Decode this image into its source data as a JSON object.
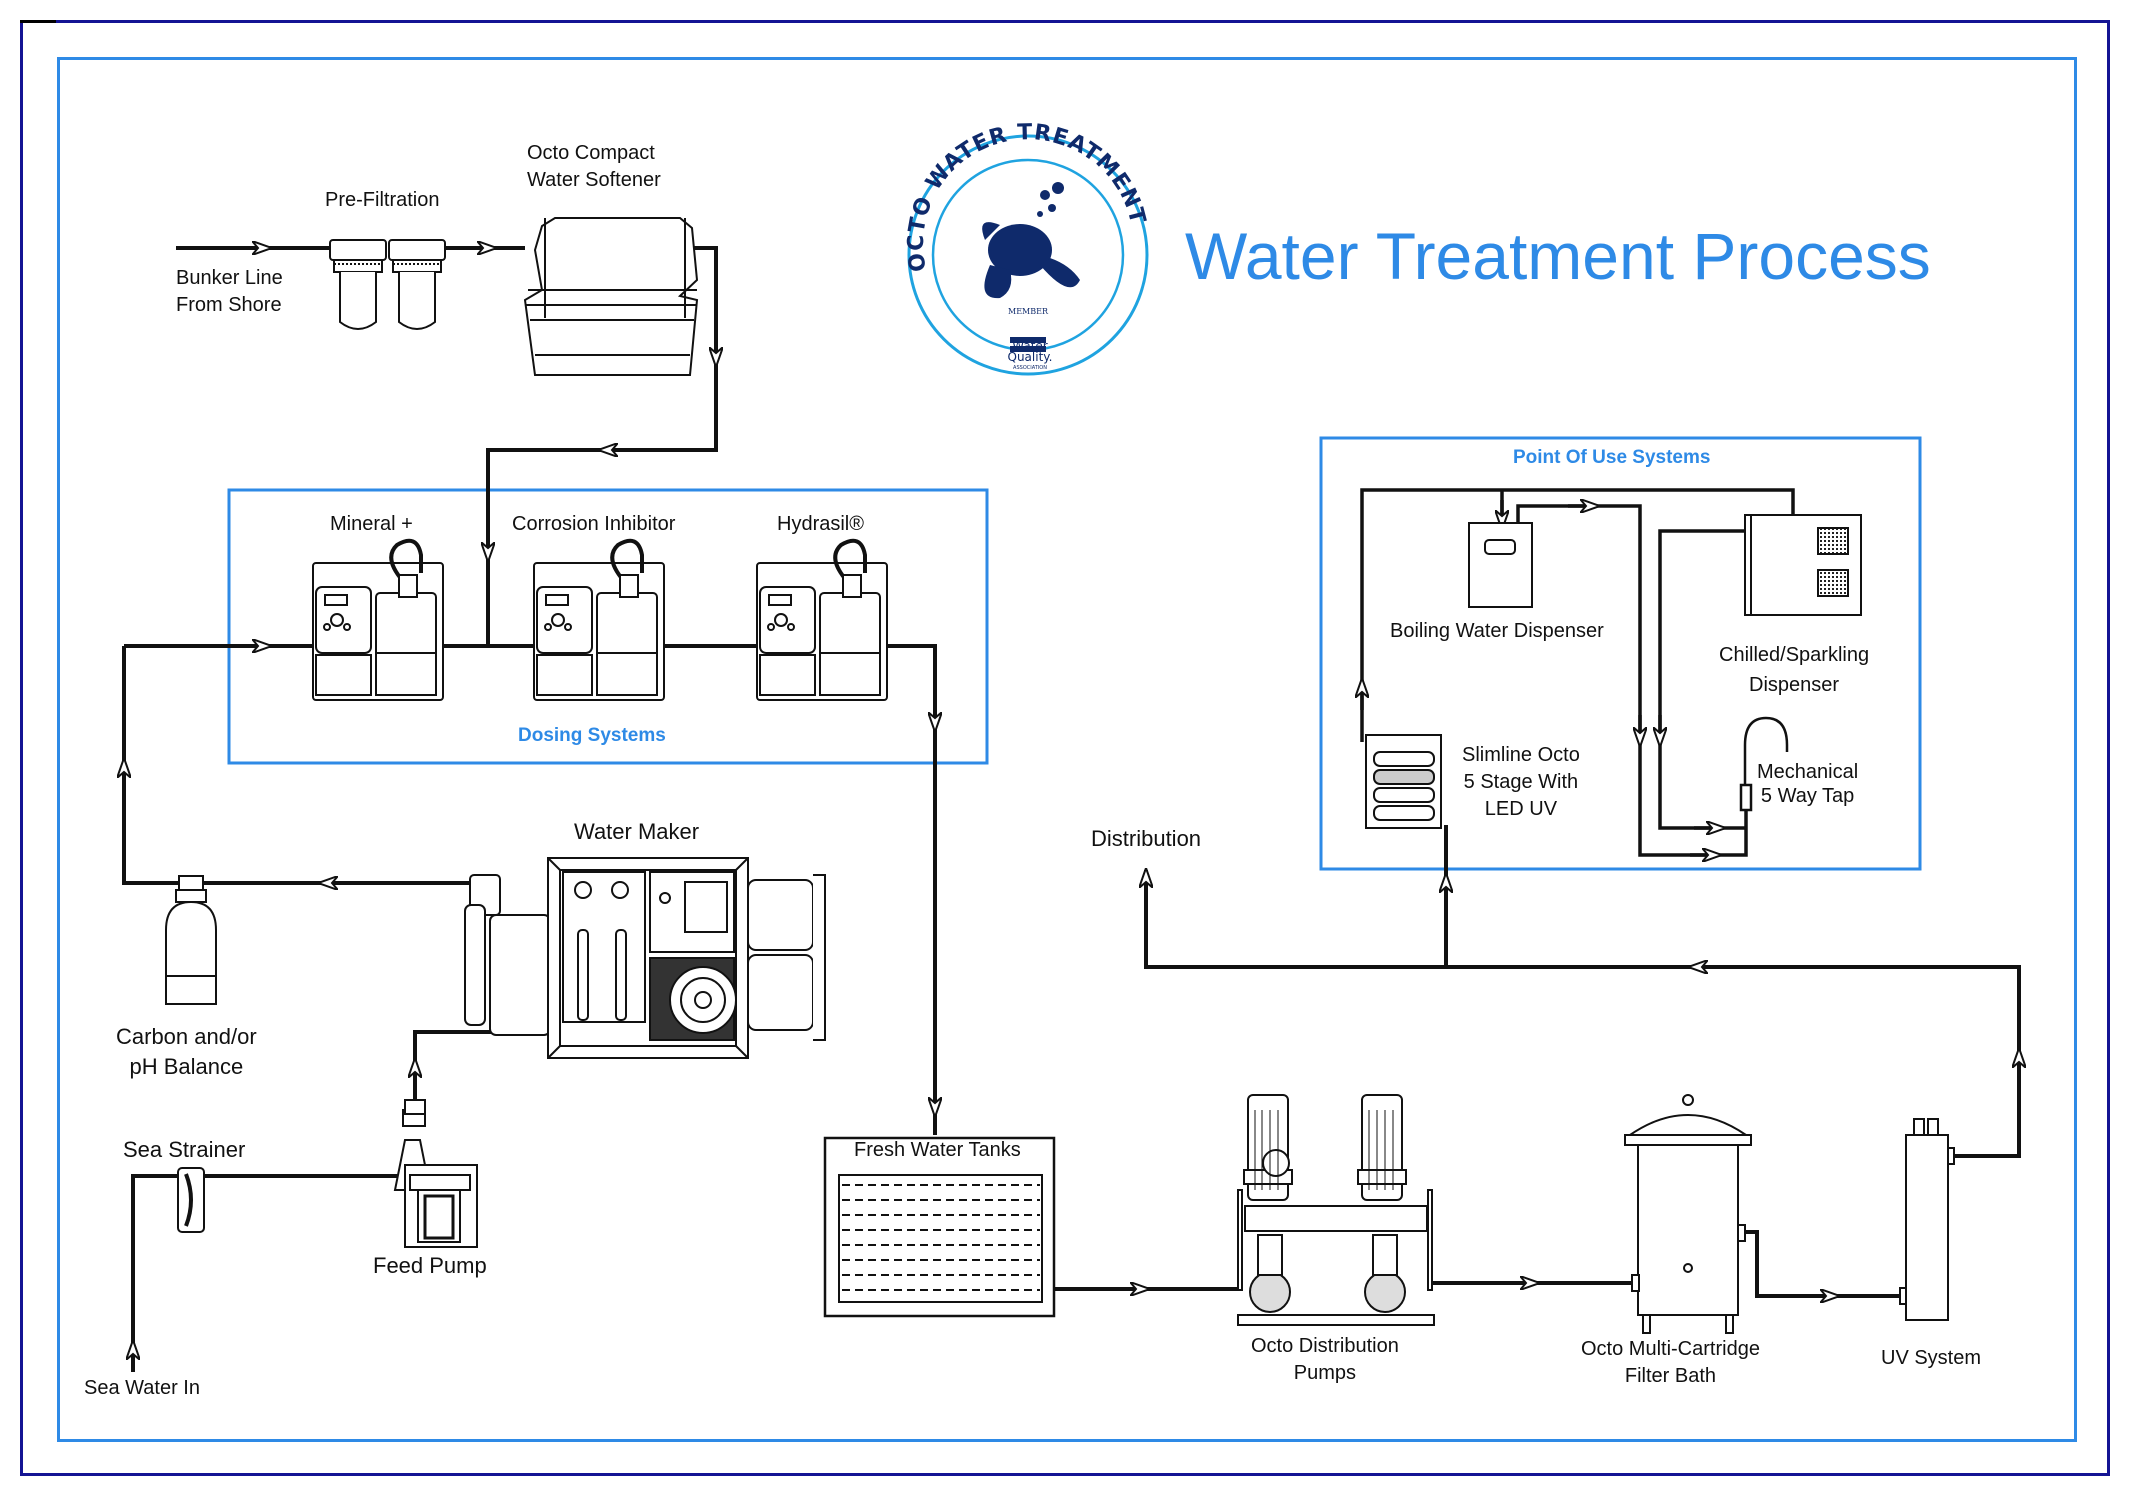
{
  "title": "Water Treatment Process",
  "logo": {
    "ring_text": "OCTO WATER TREATMENT",
    "member_text": "MEMBER",
    "association_line1": "Water",
    "association_line2": "Quality.",
    "association_line3": "ASSOCIATION"
  },
  "colors": {
    "accent": "#2e8ae6",
    "outer_border": "#141494",
    "line": "#111111",
    "logo_navy": "#0f2a6b",
    "logo_ring": "#1fa3e0"
  },
  "groups": {
    "dosing": "Dosing Systems",
    "point_of_use": "Point Of Use Systems"
  },
  "labels": {
    "bunker_line_1": "Bunker Line",
    "bunker_line_2": "From Shore",
    "pre_filtration": "Pre-Filtration",
    "softener_1": "Octo Compact",
    "softener_2": "Water Softener",
    "mineral": "Mineral +",
    "corrosion": "Corrosion Inhibitor",
    "hydrasil": "Hydrasil®",
    "water_maker": "Water Maker",
    "carbon_1": "Carbon and/or",
    "carbon_2": "pH Balance",
    "sea_strainer": "Sea Strainer",
    "feed_pump": "Feed Pump",
    "sea_water_in": "Sea Water In",
    "fresh_water_tanks": "Fresh Water Tanks",
    "dist_pumps_1": "Octo Distribution",
    "dist_pumps_2": "Pumps",
    "filter_bath_1": "Octo Multi-Cartridge",
    "filter_bath_2": "Filter Bath",
    "uv_system": "UV System",
    "distribution": "Distribution",
    "boiling": "Boiling Water Dispenser",
    "chilled_1": "Chilled/Sparkling",
    "chilled_2": "Dispenser",
    "slimline_1": "Slimline Octo",
    "slimline_2": "5 Stage With",
    "slimline_3": "LED UV",
    "tap_1": "Mechanical",
    "tap_2": "5 Way Tap"
  }
}
